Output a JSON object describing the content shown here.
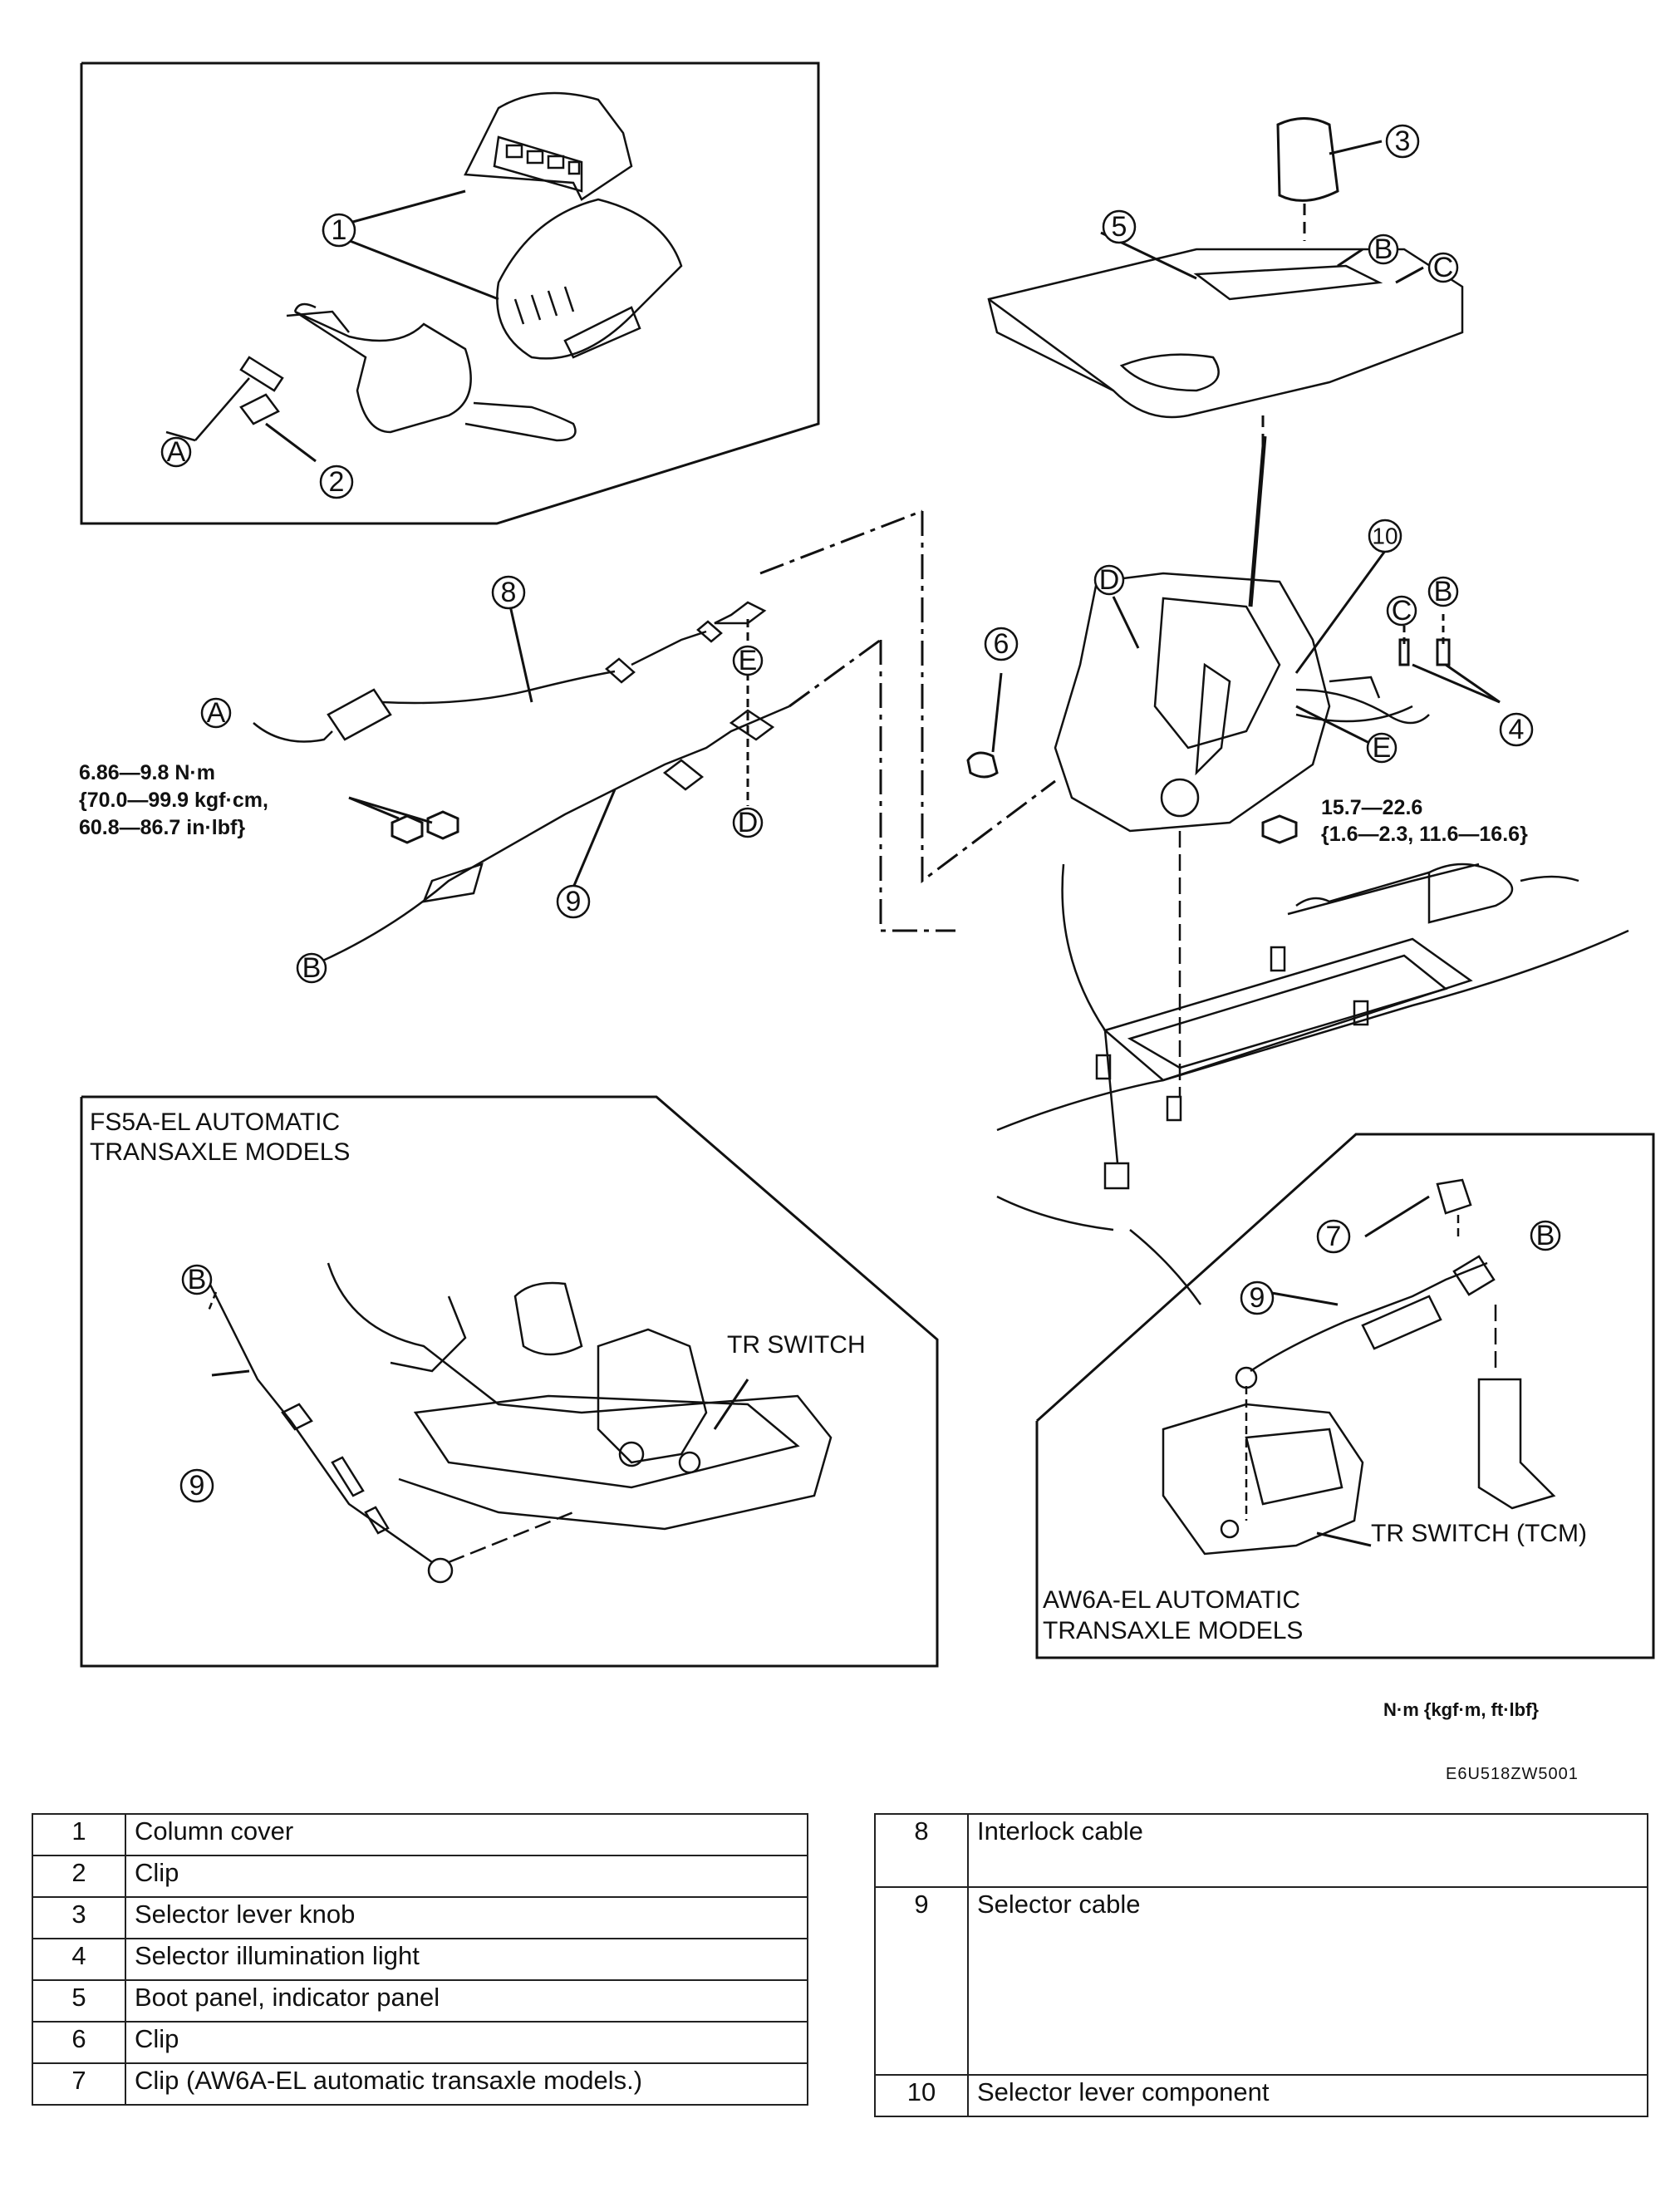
{
  "callouts": {
    "c1": "1",
    "c2": "2",
    "c3": "3",
    "c4": "4",
    "c5": "5",
    "c6": "6",
    "c7": "7",
    "c8": "8",
    "c9": "9",
    "c10": "10",
    "cA": "A",
    "cB": "B",
    "cC": "C",
    "cD": "D",
    "cE": "E"
  },
  "torque_left": {
    "line1": "6.86—9.8 N·m",
    "line2": "{70.0—99.9 kgf·cm,",
    "line3": "60.8—86.7 in·lbf}"
  },
  "torque_right": {
    "line1": "15.7—22.6",
    "line2": "{1.6—2.3, 11.6—16.6}"
  },
  "inset_fs5a": {
    "title_line1": "FS5A-EL  AUTOMATIC",
    "title_line2": "TRANSAXLE MODELS",
    "tr_switch": "TR SWITCH"
  },
  "inset_aw6a": {
    "title_line1": "AW6A-EL  AUTOMATIC",
    "title_line2": "TRANSAXLE MODELS",
    "tr_switch": "TR SWITCH (TCM)"
  },
  "unit_note": "N·m {kgf·m, ft·lbf}",
  "figure_code": "E6U518ZW5001",
  "parts_left": [
    {
      "num": "1",
      "name": "Column cover"
    },
    {
      "num": "2",
      "name": "Clip"
    },
    {
      "num": "3",
      "name": "Selector lever knob"
    },
    {
      "num": "4",
      "name": "Selector illumination light"
    },
    {
      "num": "5",
      "name": "Boot panel, indicator panel"
    },
    {
      "num": "6",
      "name": "Clip"
    },
    {
      "num": "7",
      "name": "Clip (AW6A-EL automatic transaxle models.)"
    }
  ],
  "parts_right": [
    {
      "num": "8",
      "name": "Interlock cable"
    },
    {
      "num": "9",
      "name": "Selector cable"
    },
    {
      "num": "10",
      "name": "Selector lever component"
    }
  ]
}
